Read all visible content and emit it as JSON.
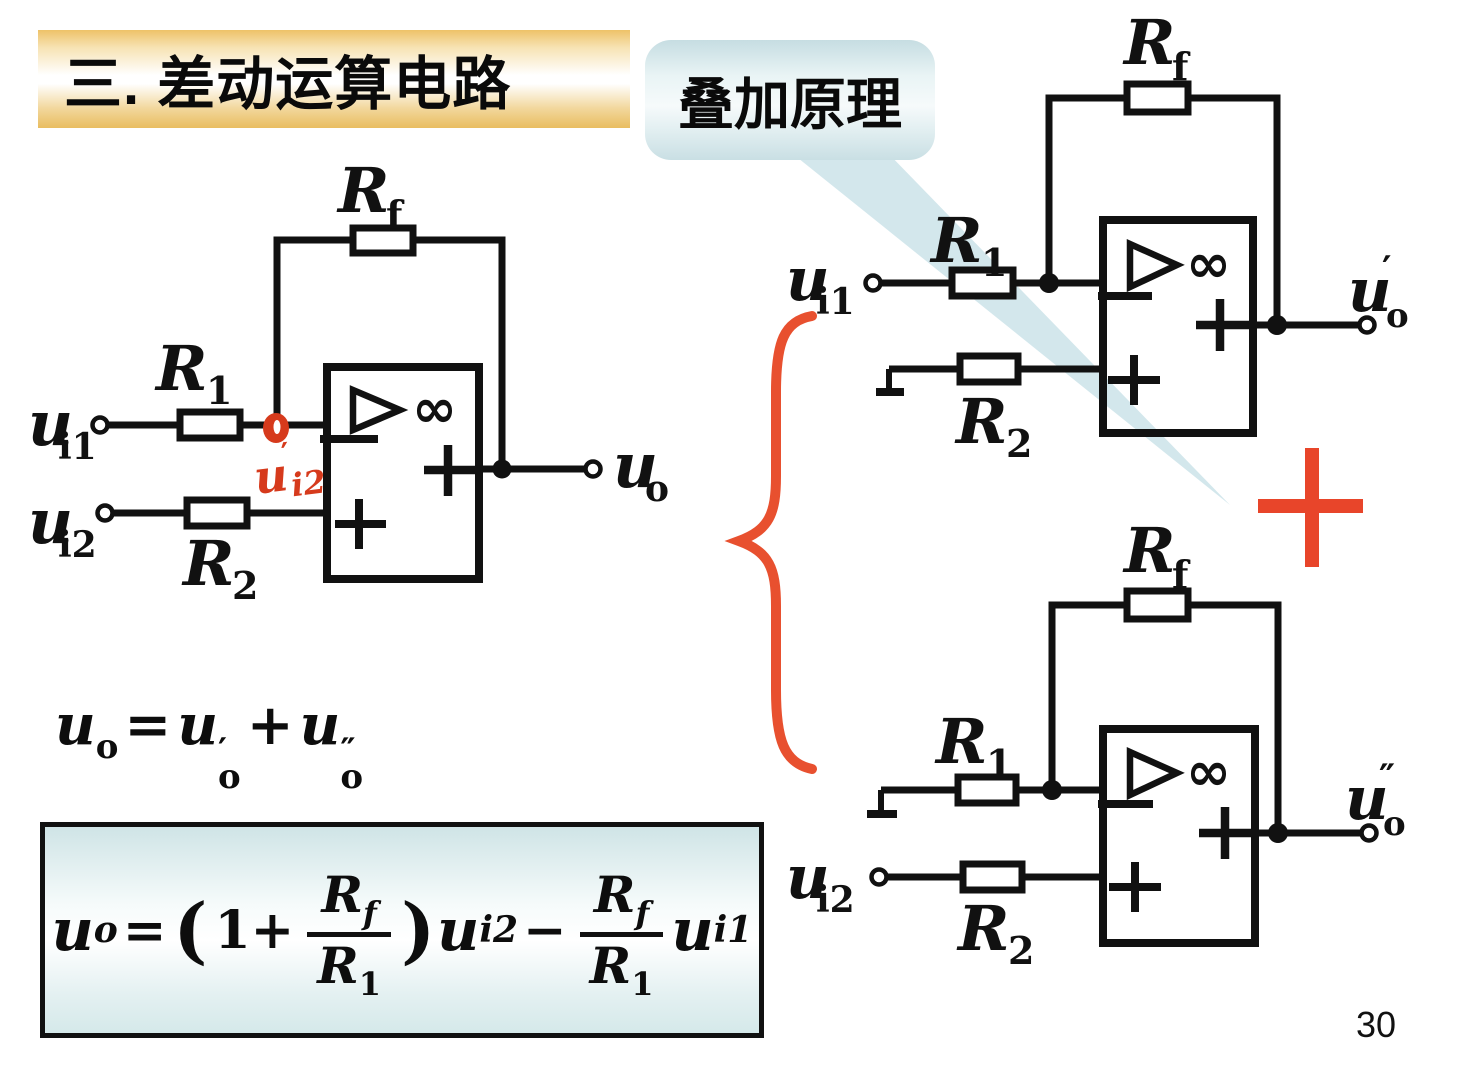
{
  "slide": {
    "title": "三. 差动运算电路",
    "callout": "叠加原理",
    "page_number": "30"
  },
  "sym": {
    "u": "u",
    "R": "R",
    "infinity": "∞",
    "sub_o": "o",
    "sub_i1": "i1",
    "sub_i2": "i2",
    "sub_1": "1",
    "sub_2": "2",
    "sub_f": "f",
    "prime": "′",
    "double_prime": "″"
  },
  "operators": {
    "equals": "=",
    "plus": "+",
    "minus": "−",
    "one_plus": "1+",
    "open_paren": "(",
    "close_paren": ")"
  },
  "annotation": {
    "base": "u",
    "tick": "′",
    "sub": "i2"
  },
  "colors": {
    "ink": "#111111",
    "accent_red": "#e8452a",
    "handwriting_red": "#d63a1c",
    "title_gold": "#eec164",
    "callout_fill": "#cfe3e7",
    "formula_box_fill": "#d9ebec"
  }
}
